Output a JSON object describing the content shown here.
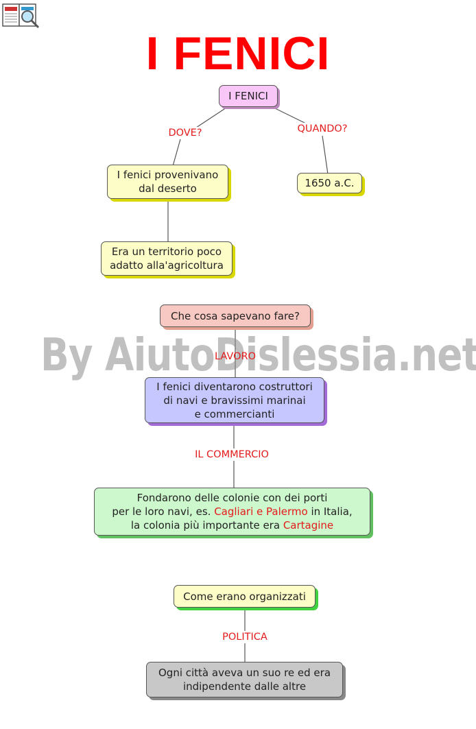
{
  "title": "I FENICI",
  "watermark": "By AiutoDislessia.net",
  "section1": {
    "root": "I FENICI",
    "link_where": "DOVE?",
    "link_when": "QUANDO?",
    "where_node": [
      "I fenici provenivano",
      "dal deserto"
    ],
    "when_node": "1650 a.C.",
    "territory_node": [
      "Era un territorio poco",
      "adatto alla'agricoltura"
    ]
  },
  "section2": {
    "question": "Che cosa sapevano fare?",
    "link_work": "LAVORO",
    "work_node": [
      "I fenici diventarono costruttori",
      "di navi e bravissimi marinai",
      "e commercianti"
    ],
    "link_trade": "IL COMMERCIO",
    "colonies": {
      "line1": "Fondarono delle colonie con dei porti",
      "line2_a": "per le loro navi, es.",
      "line2_b": "Cagliari e Palermo",
      "line2_c": "in Italia,",
      "line3_a": "la colonia più importante era",
      "line3_b": "Cartagine"
    }
  },
  "section3": {
    "question": "Come erano organizzati",
    "link_politics": "POLITICA",
    "politics_node": [
      "Ogni città aveva un suo re ed era",
      "indipendente dalle altre"
    ]
  },
  "colors": {
    "title": "#ff0000",
    "link_text": "#e41b1b",
    "root_fill": "#f8c7f8",
    "yellow_fill": "#fdfdc8",
    "pink_fill": "#f7c9c2",
    "purple_fill": "#c6c7ff",
    "green_fill": "#cdf7cd",
    "gray_fill": "#c8c8c8"
  }
}
